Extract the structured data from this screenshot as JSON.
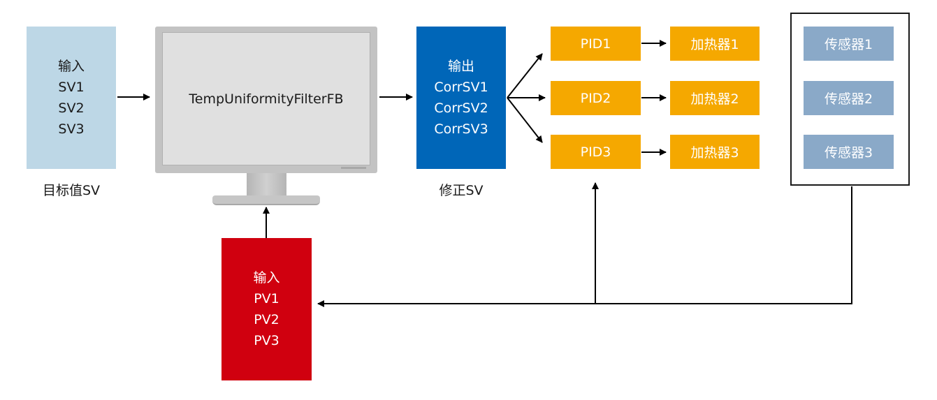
{
  "input_sv": {
    "title": "输入",
    "lines": [
      "SV1",
      "SV2",
      "SV3"
    ],
    "caption": "目标值SV"
  },
  "filter_block": {
    "label": "TempUniformityFilterFB"
  },
  "output": {
    "title": "输出",
    "lines": [
      "CorrSV1",
      "CorrSV2",
      "CorrSV3"
    ],
    "caption": "修正SV"
  },
  "pids": [
    "PID1",
    "PID2",
    "PID3"
  ],
  "heaters": [
    "加热器1",
    "加热器2",
    "加热器3"
  ],
  "sensors": [
    "传感器1",
    "传感器2",
    "传感器3"
  ],
  "input_pv": {
    "title": "输入",
    "lines": [
      "PV1",
      "PV2",
      "PV3"
    ]
  },
  "colors": {
    "sv_box": "#bdd7e6",
    "pv_box": "#d0000f",
    "output_box": "#0066b8",
    "pid_heater": "#f5a800",
    "sensor": "#8aa9c8",
    "arrow": "#000000"
  }
}
